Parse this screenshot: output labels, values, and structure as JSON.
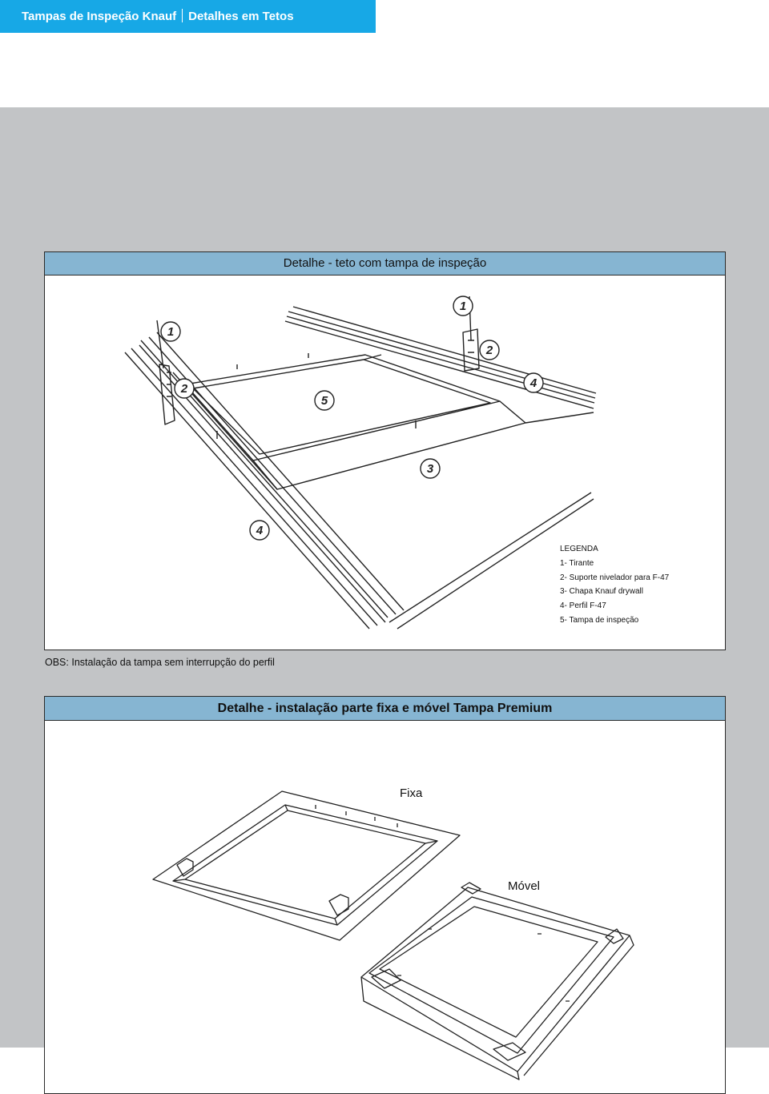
{
  "header": {
    "title": "Tampas de Inspeção Knauf",
    "section": "Detalhes em Tetos"
  },
  "detail1": {
    "title": "Detalhe - teto com tampa de inspeção",
    "callouts": [
      "1",
      "2",
      "1",
      "2",
      "4",
      "5",
      "3",
      "4"
    ],
    "legend": {
      "heading": "LEGENDA",
      "items": [
        "1- Tirante",
        "2- Suporte nivelador para F-47",
        "3- Chapa Knauf drywall",
        "4- Perfil F-47",
        "5- Tampa de inspeção"
      ]
    }
  },
  "obs": "OBS: Instalação da tampa sem interrupção do perfil",
  "detail2": {
    "title": "Detalhe - instalação parte fixa e móvel Tampa Premium",
    "label_fixed": "Fixa",
    "label_movable": "Móvel"
  }
}
